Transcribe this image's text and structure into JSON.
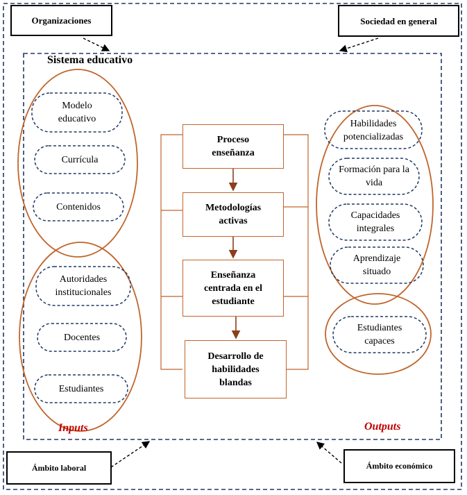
{
  "outer": {
    "top_left": "Organizaciones",
    "top_right": "Sociedad en general",
    "bottom_left": "Ámbito laboral",
    "bottom_right": "Ámbito económico"
  },
  "system": {
    "title": "Sistema educativo"
  },
  "inputs": {
    "label": "Inputs",
    "group1": [
      "Modelo educativo",
      "Currícula",
      "Contenidos"
    ],
    "group2": [
      "Autoridades institucionales",
      "Docentes",
      "Estudiantes"
    ]
  },
  "process": {
    "steps": [
      "Proceso enseñanza",
      "Metodologías activas",
      "Enseñanza centrada en el estudiante",
      "Desarrollo de habilidades blandas"
    ]
  },
  "outputs": {
    "label": "Outputs",
    "group1": [
      "Habilidades potencializadas",
      "Formación para la vida",
      "Capacidades integrales",
      "Aprendizaje situado"
    ],
    "group2": [
      "Estudiantes capaces"
    ]
  },
  "colors": {
    "dashed_border": "#1f3864",
    "orange": "#c0652b",
    "label_red": "#c00000"
  }
}
